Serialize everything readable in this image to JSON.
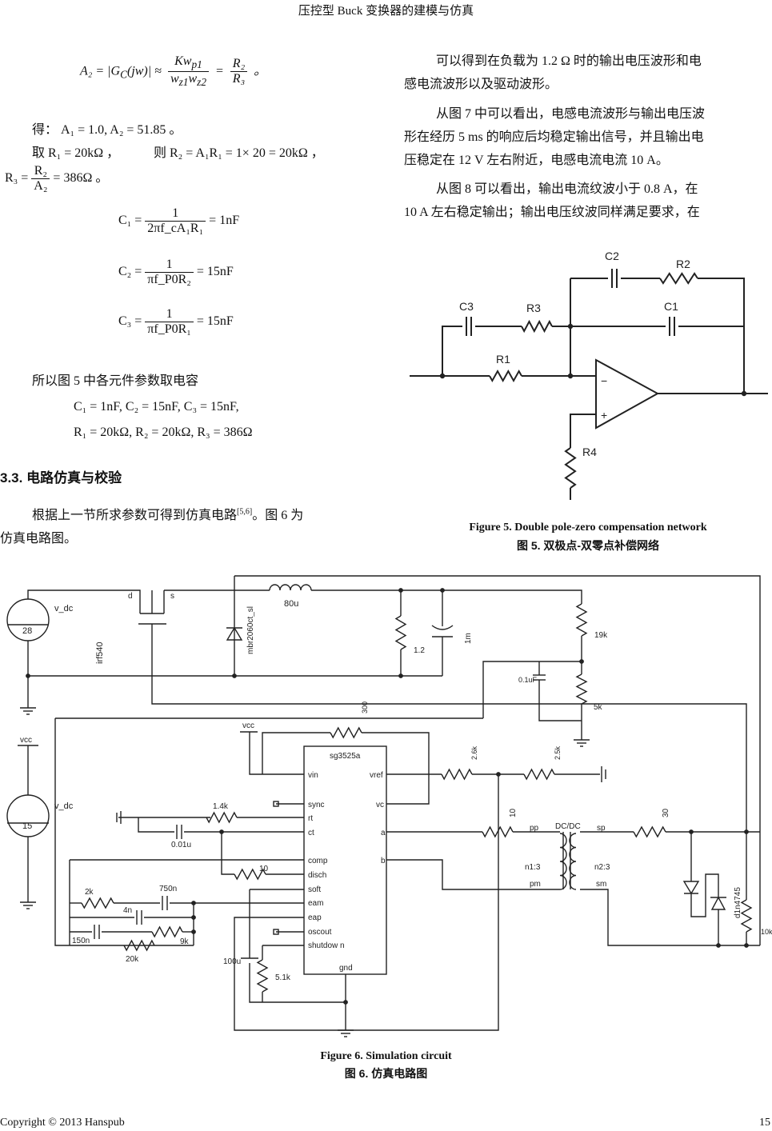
{
  "header": {
    "title": "压控型 Buck 变换器的建模与仿真"
  },
  "left": {
    "eq_a2": {
      "lhs": "A₂ = |G",
      "sub": "C",
      "mid": "(jw)| ≈",
      "num": "Kw",
      "num_sub": "p1",
      "den": "w",
      "den_sub1": "z1",
      "den2": "w",
      "den_sub2": "z2",
      "eq": "=",
      "r_num": "R₂",
      "r_den": "R₃",
      "end": "。"
    },
    "result_line": "得：  A₁ = 1.0,  A₂ = 51.85 。",
    "take_line_a": "取  R₁ = 20kΩ  ，",
    "take_line_b": "则  R₂ = A₁R₁ = 1× 20 = 20kΩ  ，",
    "r3": {
      "lhs": "R₃ =",
      "num": "R₂",
      "den": "A₂",
      "rhs": "= 386Ω 。"
    },
    "c1": {
      "lhs": "C₁ =",
      "num": "1",
      "den": "2πf_cA₁R₁",
      "rhs": "= 1nF"
    },
    "c2": {
      "lhs": "C₂ =",
      "num": "1",
      "den": "πf_P0R₂",
      "rhs": "= 15nF"
    },
    "c3": {
      "lhs": "C₃ =",
      "num": "1",
      "den": "πf_P0R₁",
      "rhs": "= 15nF"
    },
    "so_text": "所以图 5 中各元件参数取电容",
    "values_c": "C₁ = 1nF, C₂ = 15nF, C₃ = 15nF,",
    "values_r": "R₁ = 20kΩ, R₂ = 20kΩ, R₃ = 386Ω",
    "section_title": "3.3.  电路仿真与校验",
    "para_1": "根据上一节所求参数可得到仿真电路",
    "para_ref": "[5,6]",
    "para_2": "。图 6 为",
    "para_3": "仿真电路图。"
  },
  "right": {
    "p1": [
      "可以得到在负载为 1.2 Ω 时的输出电压波形和电",
      "感电流波形以及驱动波形。"
    ],
    "p2": [
      "从图 7 中可以看出，电感电流波形与输出电压波",
      "形在经历 5 ms 的响应后均稳定输出信号，并且输出电",
      "压稳定在 12 V 左右附近，电感电流电流 10 A。"
    ],
    "p3": [
      "从图 8 可以看出，输出电流纹波小于 0.8  A，在",
      "10 A 左右稳定输出；输出电压纹波同样满足要求，在"
    ]
  },
  "figure5": {
    "labels": {
      "c2": "C2",
      "r2": "R2",
      "c3": "C3",
      "r3": "R3",
      "c1": "C1",
      "r1": "R1",
      "r4": "R4",
      "minus": "−",
      "plus": "+"
    },
    "caption_en": "Figure 5. Double pole-zero compensation network",
    "caption_cn": "图 5.  双极点-双零点补偿网络"
  },
  "figure6": {
    "labels": {
      "v_dc1": "v_dc",
      "v28": "28",
      "d": "d",
      "s": "s",
      "mosfet": "irf540",
      "diode": "mbr2060ct_sl",
      "l": "80u",
      "rload": "1.2",
      "cout": "1m",
      "r19k": "19k",
      "c01": "0.1uF",
      "r5k": "5k",
      "r300": "300",
      "vcc1": "vcc",
      "vcc2": "vcc",
      "v_dc2": "v_dc",
      "v15": "15",
      "chip": "sg3525a",
      "vin": "vin",
      "vref": "vref",
      "sync": "sync",
      "vc": "vc",
      "rt": "rt",
      "ct": "ct",
      "a": "a",
      "comp": "comp",
      "b": "b",
      "disch": "disch",
      "soft": "soft",
      "eam": "eam",
      "eap": "eap",
      "oscout": "oscout",
      "shutdown": "shutdow n",
      "gnd": "gnd",
      "r26": "2.6k",
      "r25": "2.5k",
      "r14": "1.4k",
      "c001": "0.01u",
      "r10a": "10",
      "r2k": "2k",
      "c750": "750n",
      "c4n": "4n",
      "c150": "150n",
      "r9k": "9k",
      "r20k": "20k",
      "c100u": "100u",
      "r51": "5.1k",
      "r10b": "10",
      "pp": "pp",
      "pm": "pm",
      "dcdc": "DC/DC",
      "n1": "n1:3",
      "n2": "n2:3",
      "sp": "sp",
      "sm": "sm",
      "r30": "30",
      "zener": "d1n4745",
      "r10k": "10k"
    },
    "caption_en": "Figure 6. Simulation circuit",
    "caption_cn": "图 6.  仿真电路图"
  },
  "footer": {
    "copyright": "Copyright © 2013 Hanspub",
    "page": "15"
  }
}
